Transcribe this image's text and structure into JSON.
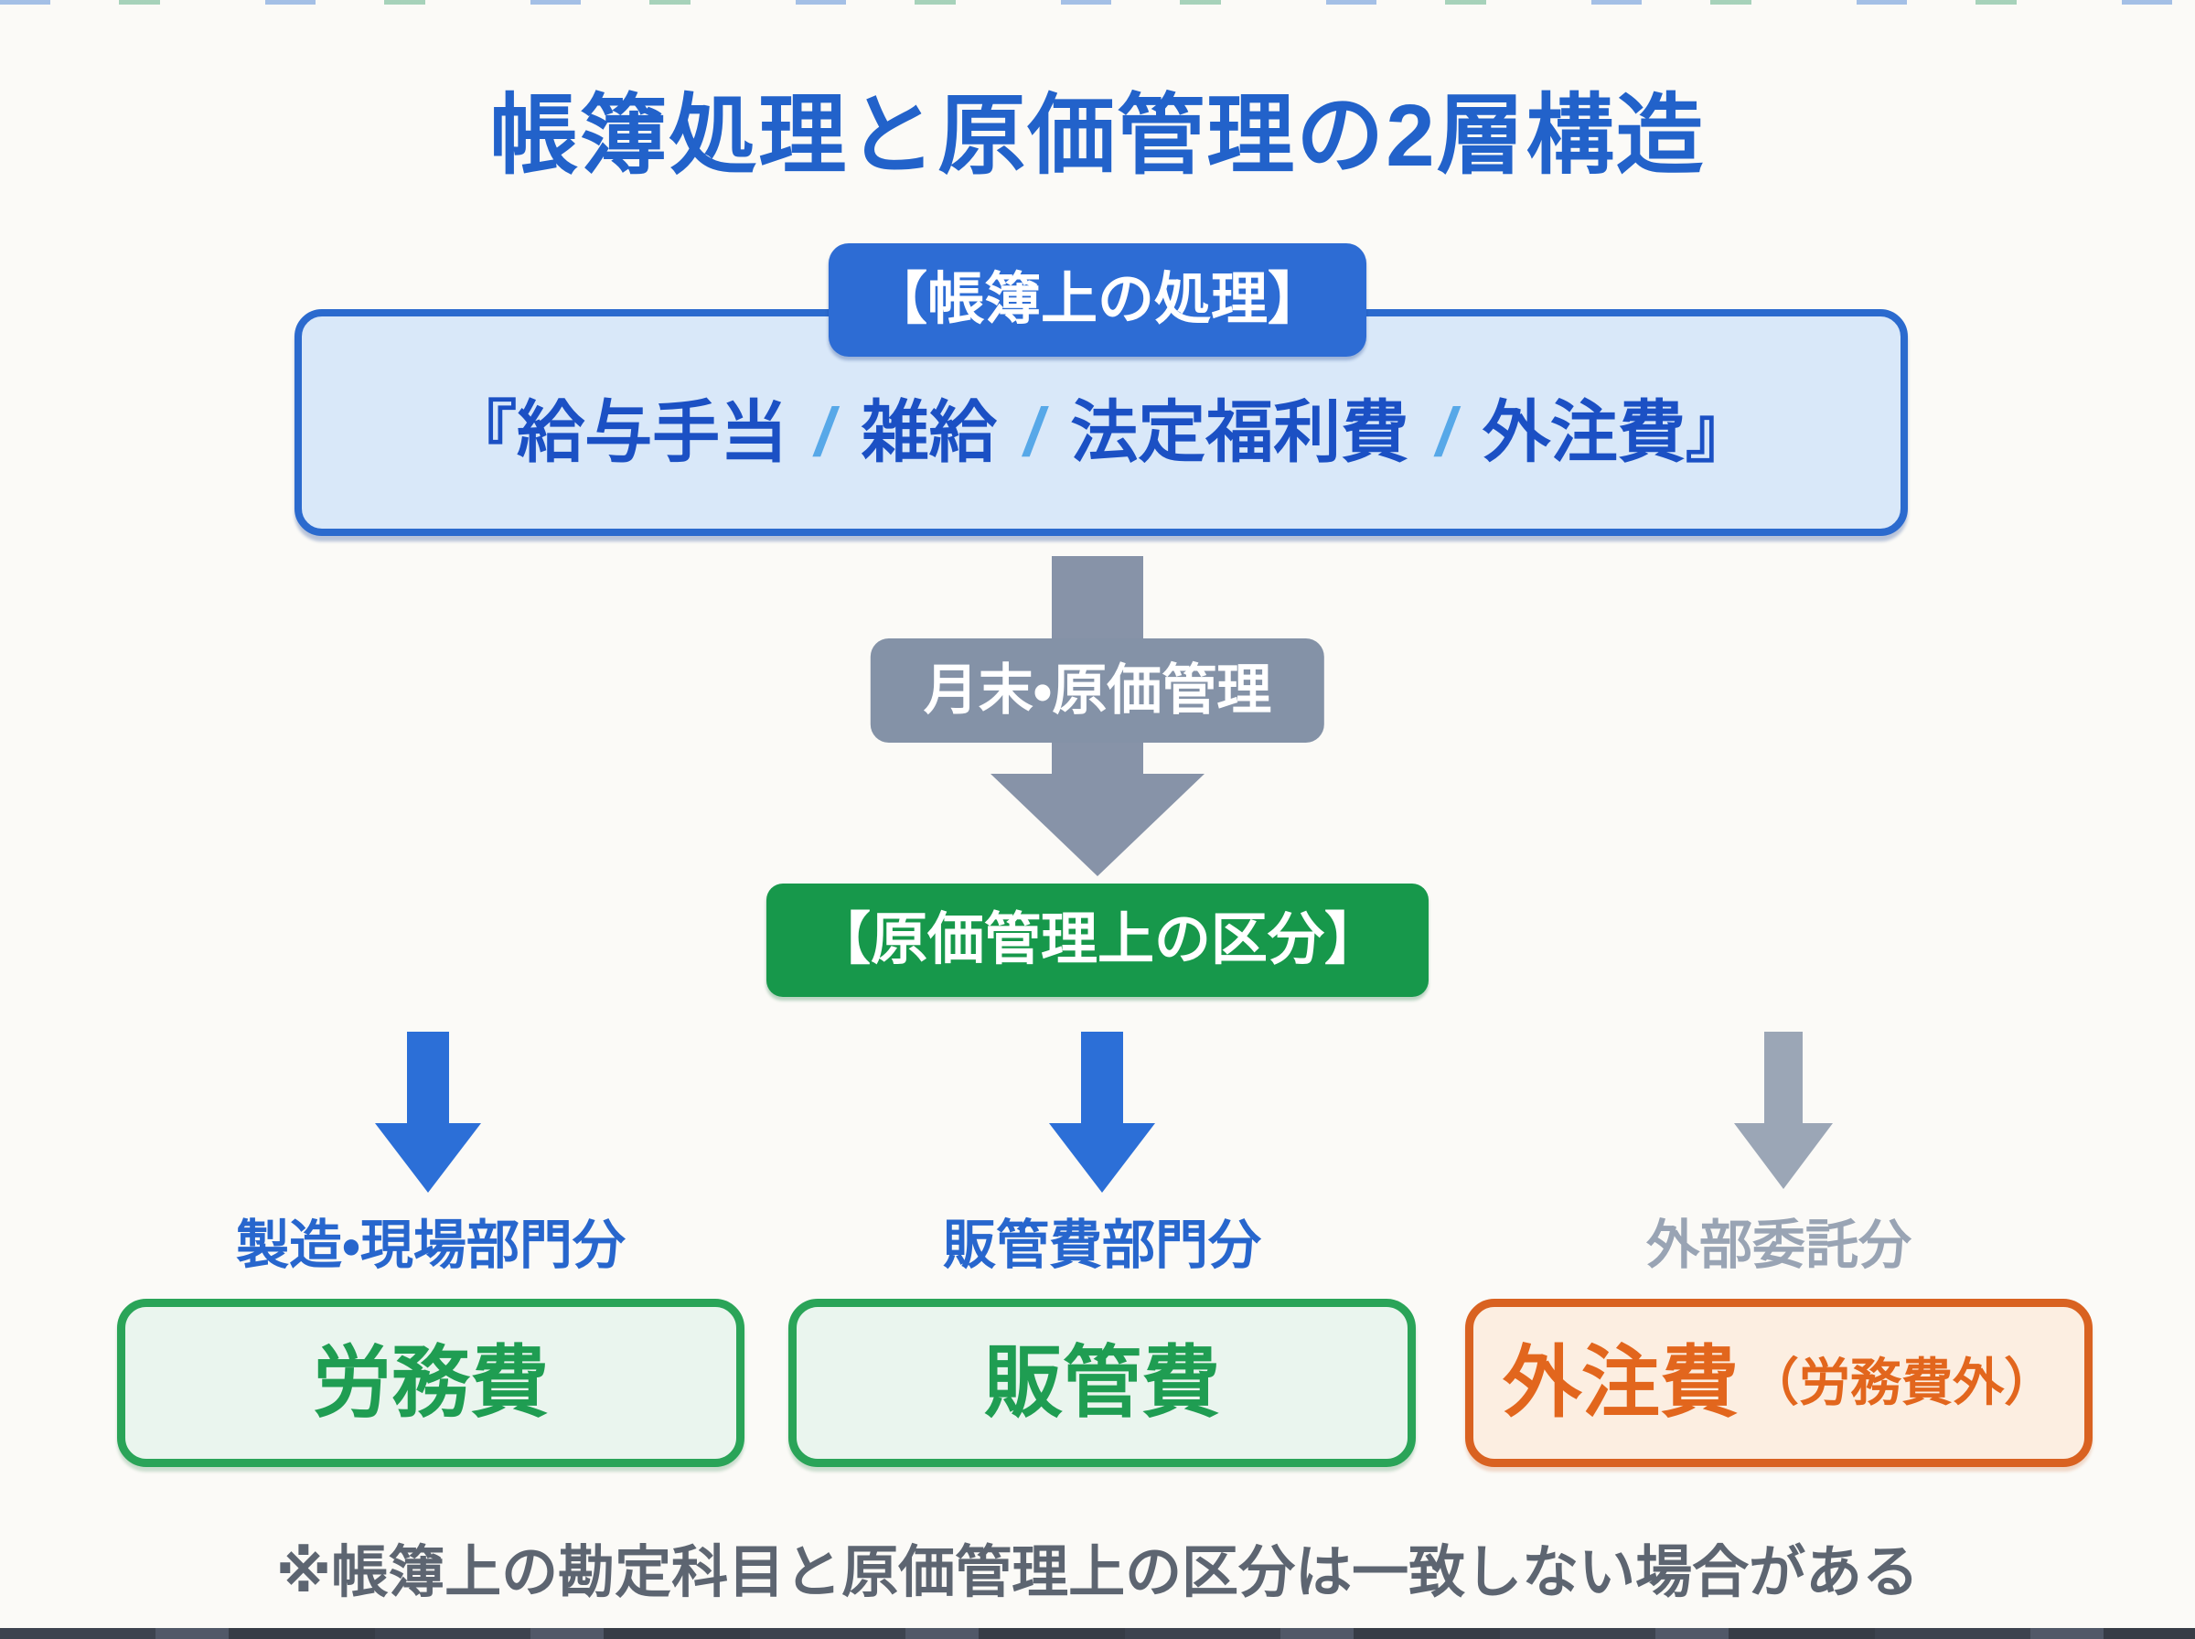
{
  "title": "帳簿処理と原価管理の2層構造",
  "ledger_box": {
    "badge": "【帳簿上の処理】",
    "accounts": [
      "『給与手当",
      "雑給",
      "法定福利費",
      "外注費』"
    ],
    "separator": "/"
  },
  "transition": {
    "label": "月末・原価管理"
  },
  "cost_badge": "【原価管理上の区分】",
  "branches": [
    {
      "category": "製造・現場部門分",
      "box_label": "労務費"
    },
    {
      "category": "販管費部門分",
      "box_label": "販管費"
    },
    {
      "category": "外部委託分",
      "box_label": "外注費",
      "box_note": "（労務費外）"
    }
  ],
  "footnote": "※帳簿上の勘定科目と原価管理上の区分は一致しない場合がある",
  "colors": {
    "title_blue": "#2262ca",
    "ledger_border": "#2b6ace",
    "ledger_bg": "#d9e8f9",
    "ledger_badge_bg": "#2d6cd4",
    "account_text": "#1b50c4",
    "slash_blue": "#57a8e8",
    "gray_arrow": "#8793a8",
    "gray_label_bg": "#8492a7",
    "green_badge_bg": "#17984b",
    "branch_arrow_blue": "#2c6fd7",
    "branch_arrow_gray": "#9ba6b6",
    "category_blue": "#2766cd",
    "category_gray": "#99a4b4",
    "green_box_border": "#2aa458",
    "green_box_bg": "#eaf5ee",
    "green_box_text": "#1f9d52",
    "orange_box_border": "#d96221",
    "orange_box_bg": "#fceee1",
    "orange_box_text": "#e2661d",
    "footnote_gray": "#5d6571"
  }
}
